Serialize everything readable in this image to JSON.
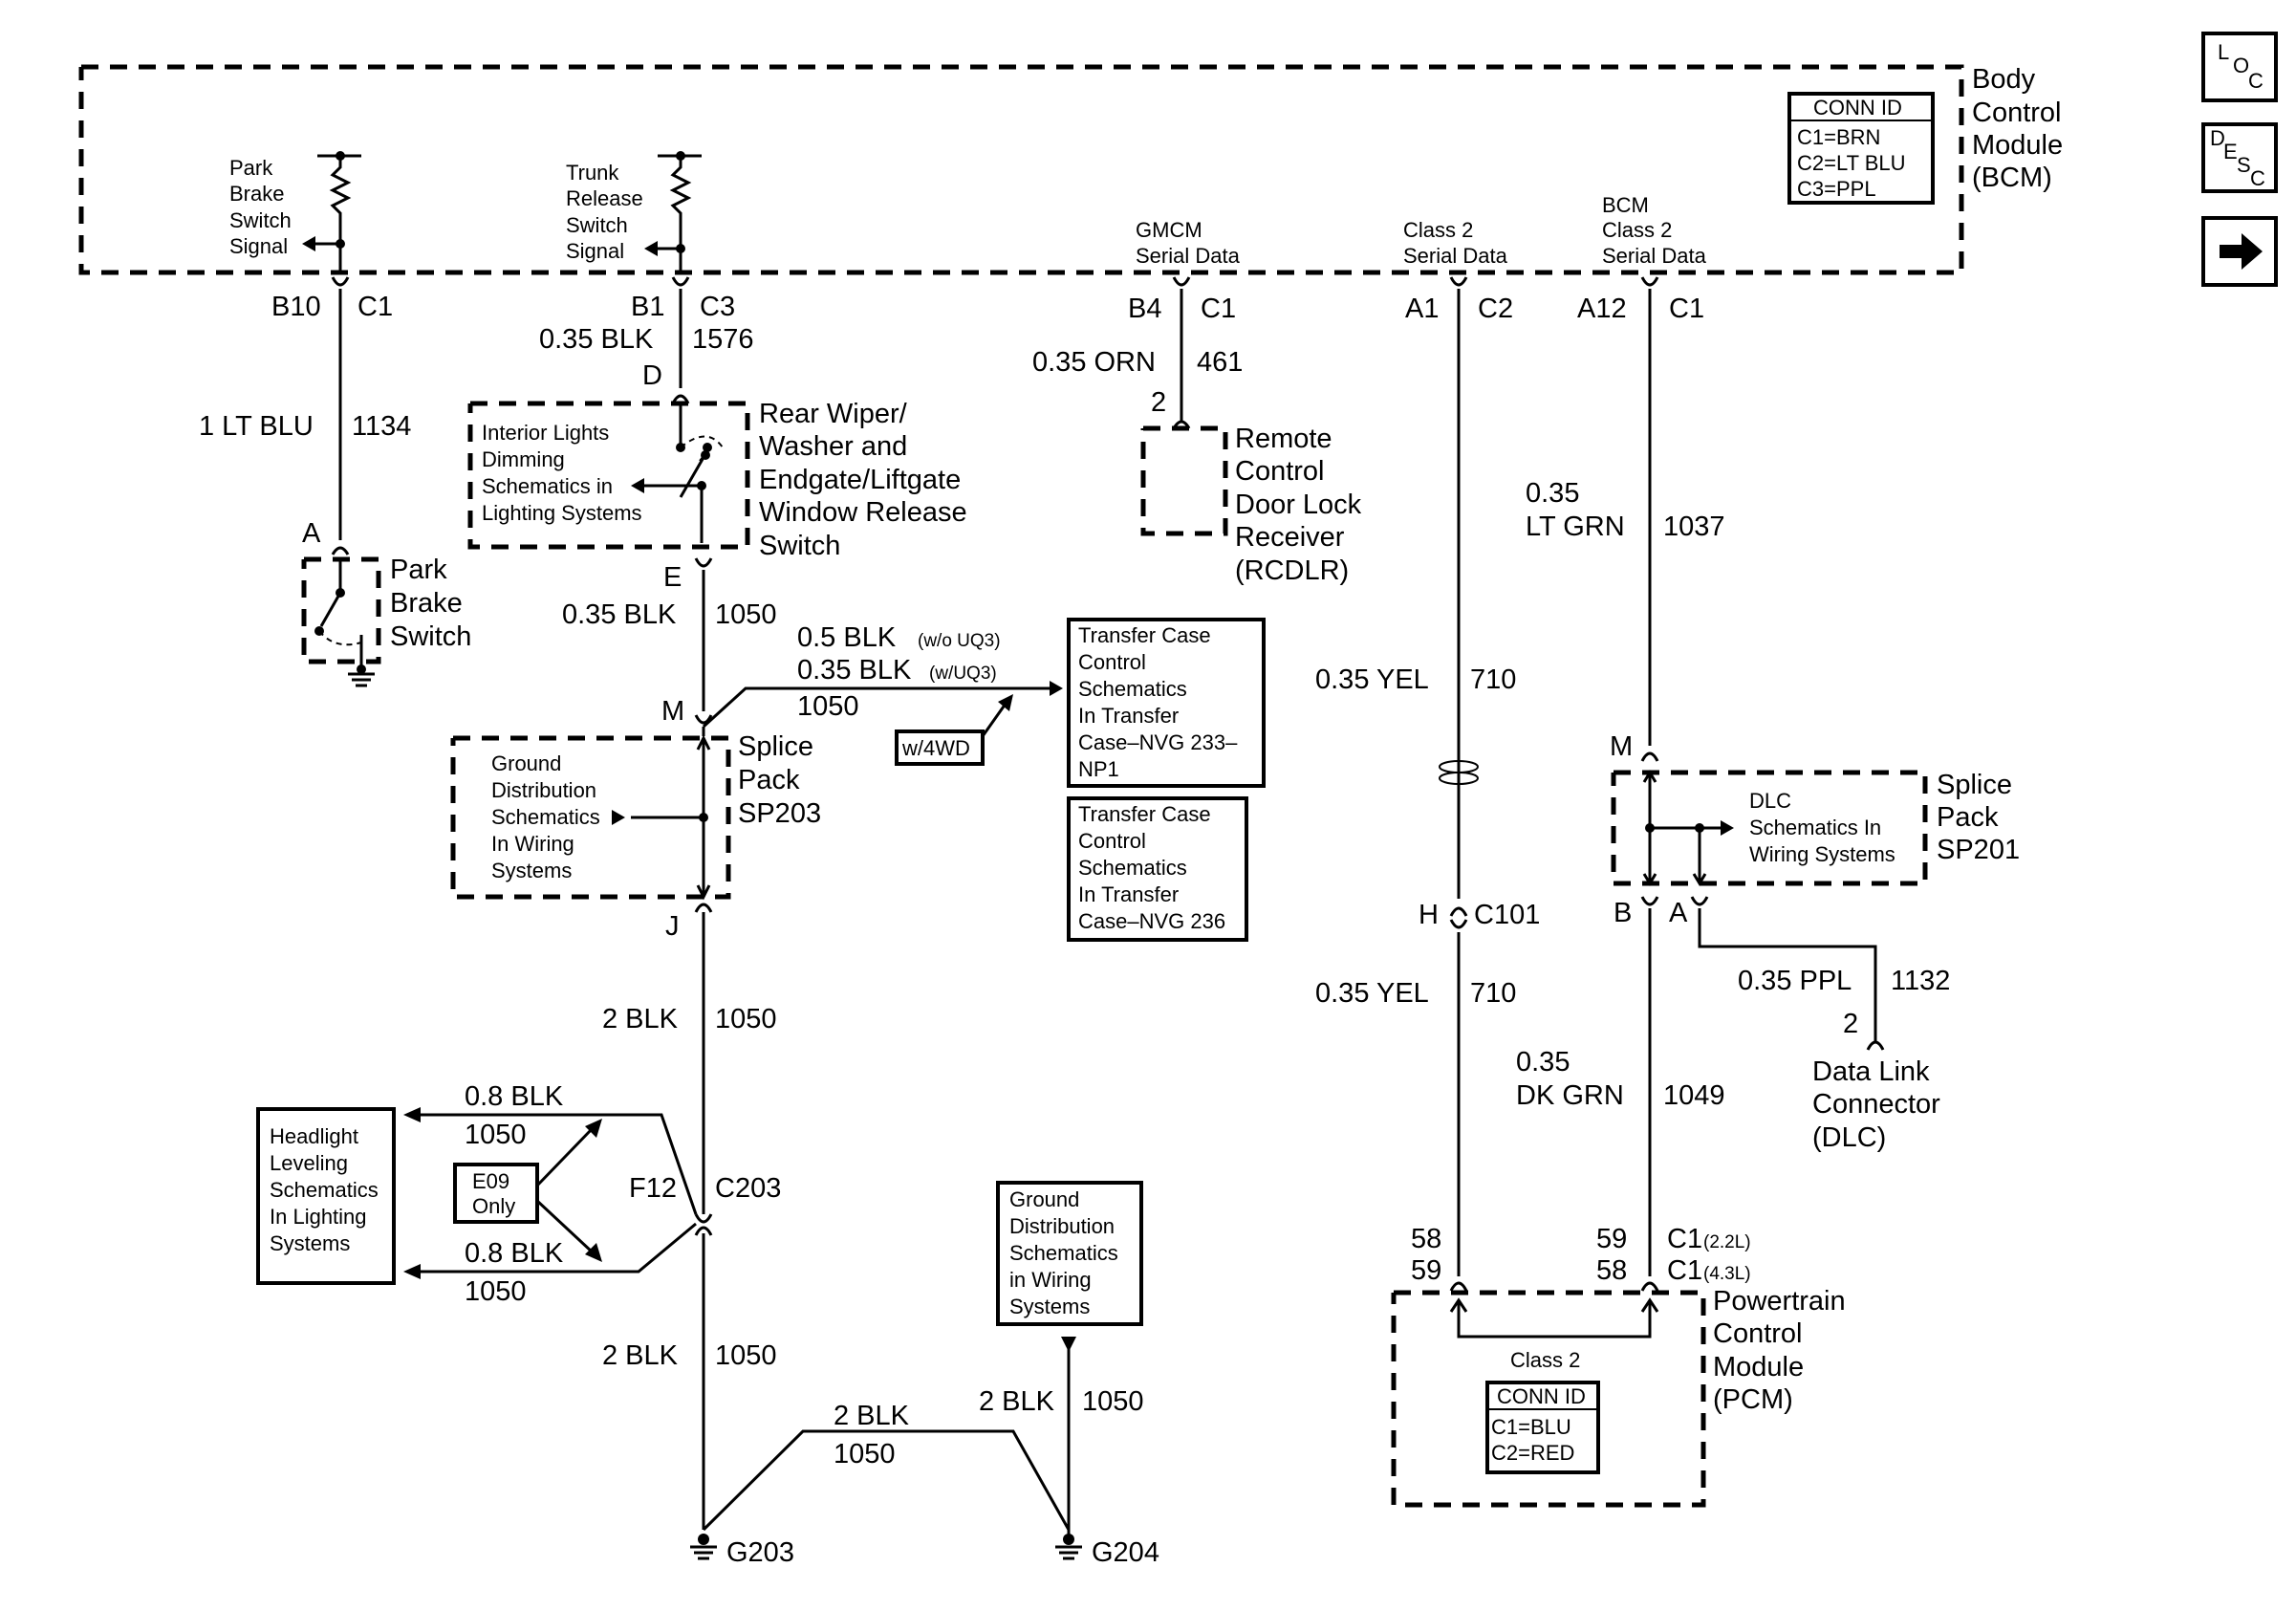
{
  "nav": {
    "loc": "LOC",
    "desc": "DESC"
  },
  "bcm": {
    "name_lines": [
      "Body",
      "Control",
      "Module",
      "(BCM)"
    ],
    "conn_id_title": "CONN ID",
    "conn_ids": [
      "C1=BRN",
      "C2=LT BLU",
      "C3=PPL"
    ],
    "park_signal": [
      "Park",
      "Brake",
      "Switch",
      "Signal"
    ],
    "trunk_signal": [
      "Trunk",
      "Release",
      "Switch",
      "Signal"
    ],
    "gmcm": [
      "GMCM",
      "Serial Data"
    ],
    "class2": [
      "Class 2",
      "Serial Data"
    ],
    "bcm_class2": [
      "BCM",
      "Class 2",
      "Serial Data"
    ]
  },
  "circuits": {
    "park": {
      "pin": "B10",
      "conn": "C1",
      "wire": "1 LT BLU",
      "num": "1134",
      "terminal": "A",
      "component": [
        "Park",
        "Brake",
        "Switch"
      ]
    },
    "trunk": {
      "pin": "B1",
      "conn": "C3",
      "wire": "0.35 BLK",
      "num": "1576",
      "terminal_in": "D",
      "terminal_out": "E",
      "wire_out": "0.35 BLK",
      "num_out": "1050",
      "component": [
        "Rear Wiper/",
        "Washer and",
        "Endgate/Liftgate",
        "Window Release",
        "Switch"
      ],
      "ref": [
        "Interior Lights",
        "Dimming",
        "Schematics in",
        "Lighting Systems"
      ]
    },
    "gmcm": {
      "pin": "B4",
      "conn": "C1",
      "wire": "0.35 ORN",
      "num": "461",
      "terminal": "2",
      "component": [
        "Remote",
        "Control",
        "Door Lock",
        "Receiver",
        "(RCDLR)"
      ]
    },
    "class2": {
      "pin": "A1",
      "conn": "C2",
      "wire": "0.35 YEL",
      "num": "710",
      "terminal": "H",
      "inline": "C101",
      "wire2": "0.35 YEL",
      "num2": "710"
    },
    "bcm_class2": {
      "pin": "A12",
      "conn": "C1",
      "wire": [
        "0.35",
        "LT GRN"
      ],
      "num": "1037"
    }
  },
  "sp203": {
    "terminal_m": "M",
    "terminal_j": "J",
    "name": [
      "Splice",
      "Pack",
      "SP203"
    ],
    "ref": [
      "Ground",
      "Distribution",
      "Schematics",
      "In Wiring",
      "Systems"
    ],
    "branch_wire1": "0.5 BLK",
    "branch_opt1": "(w/o UQ3)",
    "branch_wire2": "0.35 BLK",
    "branch_opt2": "(w/UQ3)",
    "branch_num": "1050",
    "option_4wd": "w/4WD",
    "tc1": [
      "Transfer Case",
      "Control",
      "Schematics",
      "In Transfer",
      "Case–NVG 233–",
      "NP1"
    ],
    "tc2": [
      "Transfer Case",
      "Control",
      "Schematics",
      "In Transfer",
      "Case–NVG 236"
    ],
    "down_wire": "2 BLK",
    "down_num": "1050"
  },
  "c203": {
    "terminal": "F12",
    "conn": "C203",
    "head_ref": [
      "Headlight",
      "Leveling",
      "Schematics",
      "In Lighting",
      "Systems"
    ],
    "wire_a": "0.8 BLK",
    "num_a": "1050",
    "wire_b": "0.8 BLK",
    "num_b": "1050",
    "option": [
      "E09",
      "Only"
    ],
    "down_wire": "2 BLK",
    "down_num": "1050"
  },
  "grounds": {
    "g203": "G203",
    "g204": "G204",
    "link_wire": "2 BLK",
    "link_num": "1050",
    "g204_wire": "2 BLK",
    "g204_num": "1050",
    "ref": [
      "Ground",
      "Distribution",
      "Schematics",
      "in Wiring",
      "Systems"
    ]
  },
  "sp201": {
    "terminal_m": "M",
    "terminal_b": "B",
    "terminal_a": "A",
    "name": [
      "Splice",
      "Pack",
      "SP201"
    ],
    "ref": [
      "DLC",
      "Schematics In",
      "Wiring Systems"
    ],
    "wire": [
      "0.35",
      "DK GRN"
    ],
    "num": "1049",
    "dlc_wire": "0.35 PPL",
    "dlc_num": "1132",
    "dlc_pin": "2",
    "dlc": [
      "Data Link",
      "Connector",
      "(DLC)"
    ]
  },
  "pcm": {
    "left_pins": [
      "58",
      "59"
    ],
    "right_pins": [
      "59",
      "58"
    ],
    "conns": [
      "C1",
      "C1"
    ],
    "conn_notes": [
      "(2.2L)",
      "(4.3L)"
    ],
    "name": [
      "Powertrain",
      "Control",
      "Module",
      "(PCM)"
    ],
    "class2": "Class 2",
    "conn_id_title": "CONN ID",
    "conn_ids": [
      "C1=BLU",
      "C2=RED"
    ]
  }
}
